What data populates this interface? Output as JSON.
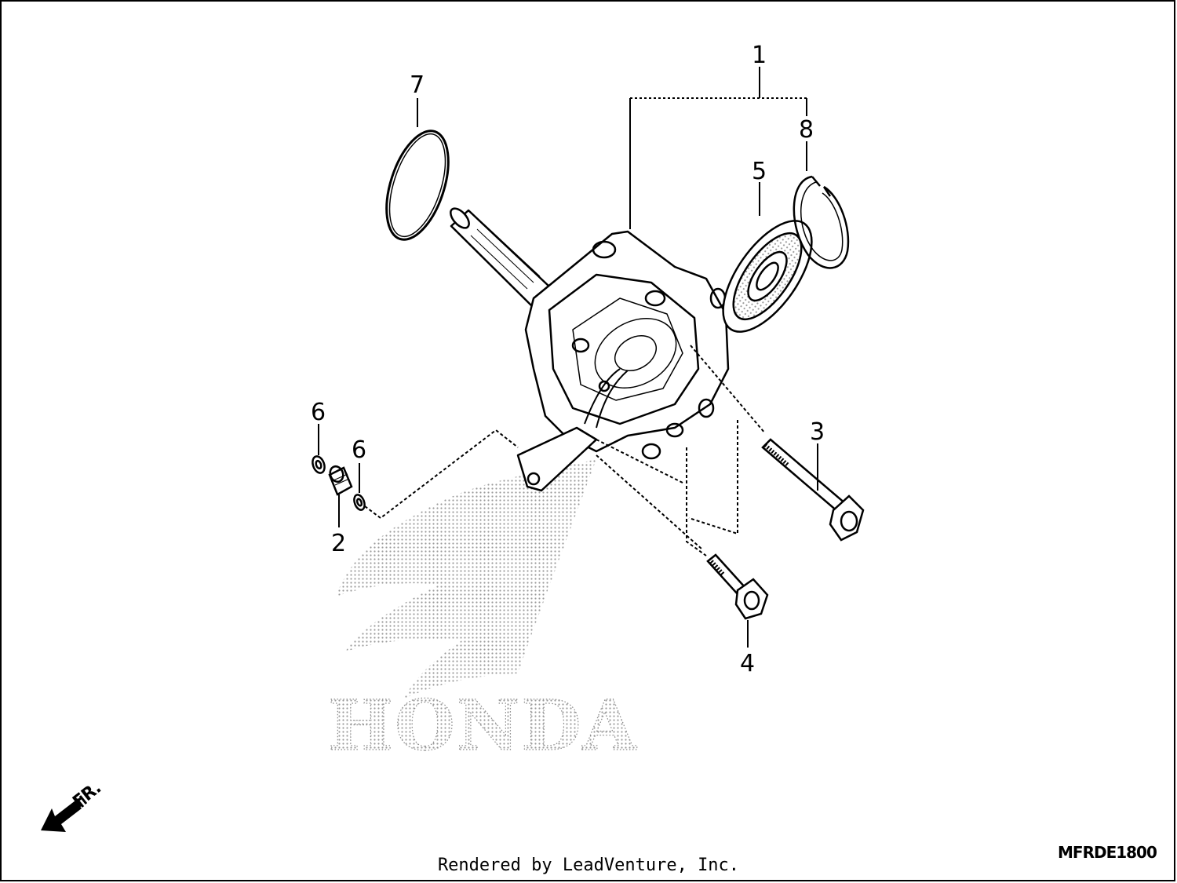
{
  "diagram": {
    "callouts": [
      "1",
      "2",
      "3",
      "4",
      "5",
      "6",
      "6",
      "7",
      "8"
    ],
    "logo_text": "HONDA",
    "front_arrow_label": "FR.",
    "drawing_code": "MFRDE1800",
    "credit": "Rendered by LeadVenture, Inc.",
    "colors": {
      "line": "#000000",
      "background": "#ffffff",
      "logo_dots": "#9a9a9a"
    }
  }
}
